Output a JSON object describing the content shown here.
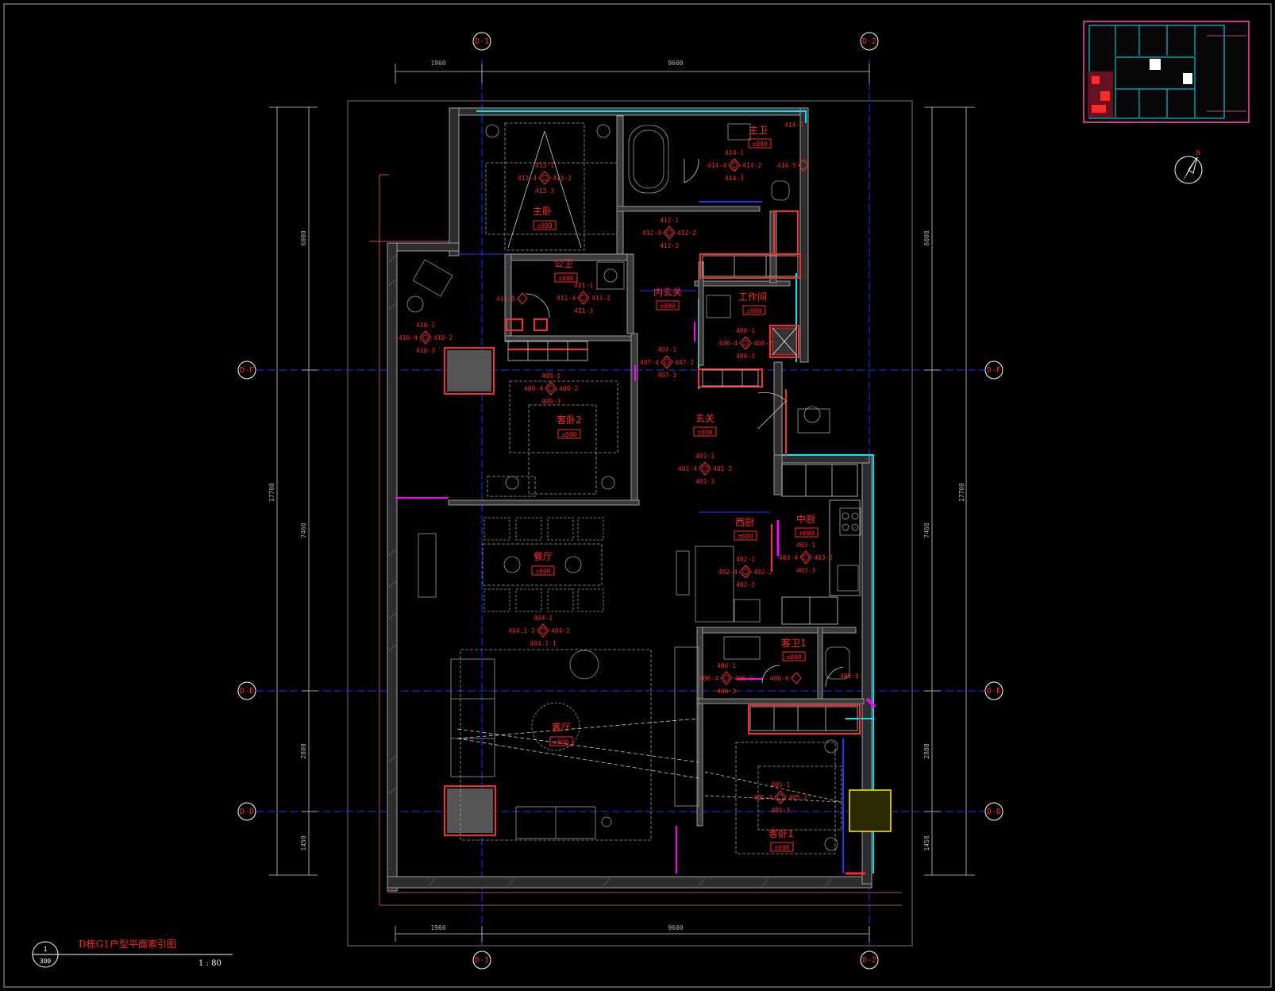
{
  "drawing": {
    "title": "D栋G1户型平面索引图",
    "scale": "1 : 80",
    "sheet_top": "1",
    "sheet_bottom": "300",
    "north": "N"
  },
  "axes": {
    "top_left": "D-1",
    "top_right": "D-2",
    "bottom_left": "D-1",
    "bottom_right": "D-2",
    "left_1": "D-F",
    "left_2": "D-E",
    "left_3": "D-D",
    "right_1": "D-F",
    "right_2": "D-E",
    "right_3": "D-D"
  },
  "dimensions": {
    "top": [
      "1960",
      "9600"
    ],
    "bottom": [
      "1960",
      "9600"
    ],
    "left_total": "17700",
    "left_parts": [
      "6000",
      "7460",
      "2800",
      "1450"
    ],
    "right_total": "17700",
    "right_parts": [
      "6000",
      "7460",
      "2800",
      "1450"
    ]
  },
  "rooms": [
    {
      "key": "master-bedroom",
      "name": "主卧",
      "level": "±000",
      "idx": [
        "413-1",
        "413-4",
        "413-2",
        "413-3"
      ]
    },
    {
      "key": "master-bath",
      "name": "主卫",
      "level": "±000",
      "idx": [
        "414-1",
        "414-4",
        "414-2",
        "414-3"
      ],
      "extra": "414-5",
      "extra2": "414-5"
    },
    {
      "key": "corridor-412",
      "idx": [
        "412-1",
        "412-4",
        "412-2",
        "412-3"
      ]
    },
    {
      "key": "public-bath",
      "name": "公卫",
      "level": "±000",
      "idx": [
        "411-1",
        "411-4",
        "411-2",
        "411-3"
      ],
      "extra": "411-5"
    },
    {
      "key": "inner-foyer",
      "name": "内玄关",
      "level": "±000"
    },
    {
      "key": "workroom",
      "name": "工作间",
      "level": "±000",
      "idx": [
        "408-1",
        "408-4",
        "408-2",
        "408-3"
      ]
    },
    {
      "key": "passage-407",
      "idx": [
        "407-1",
        "407-4",
        "407-2",
        "407-3"
      ]
    },
    {
      "key": "balcony-410",
      "idx": [
        "410-1",
        "410-4",
        "410-2",
        "410-3"
      ]
    },
    {
      "key": "guest-bedroom-2",
      "name": "客卧2",
      "level": "±000",
      "idx": [
        "409-1",
        "409-4",
        "409-2",
        "409-3"
      ]
    },
    {
      "key": "foyer",
      "name": "玄关",
      "level": "±000",
      "idx": [
        "401-1",
        "401-4",
        "401-2",
        "401-3"
      ]
    },
    {
      "key": "western-kitchen",
      "name": "西厨",
      "level": "±000",
      "idx": [
        "402-1",
        "402-4",
        "402-2",
        "402-3"
      ]
    },
    {
      "key": "chinese-kitchen",
      "name": "中厨",
      "level": "±000",
      "idx": [
        "403-1",
        "403-4",
        "403-2",
        "403-3"
      ]
    },
    {
      "key": "dining",
      "name": "餐厅",
      "level": "±000",
      "idx": [
        "404-1",
        "404.1-2",
        "404-2",
        "404.1-1"
      ]
    },
    {
      "key": "guest-bath-1",
      "name": "客卫1",
      "level": "±000",
      "idx": [
        "406-1",
        "406-4",
        "406-2",
        "406-3"
      ],
      "extra": "406-6",
      "extra2": "406-5"
    },
    {
      "key": "living",
      "name": "客厅",
      "level": "±000"
    },
    {
      "key": "guest-bedroom-1",
      "name": "客卧1",
      "level": "±000",
      "idx": [
        "405-1",
        "405-4",
        "405-2",
        "405-3"
      ]
    }
  ],
  "colors": {
    "wall": "#9a9a9a",
    "wall_fill": "#3a3a3a",
    "red": "#ff2a2a",
    "cyan": "#00e5ff",
    "magenta": "#ff00ff",
    "blue": "#2233ff",
    "white": "#ffffff",
    "yellow": "#ffee00",
    "grey": "#8a8a8a"
  },
  "icons": {
    "north": "north-arrow-icon",
    "keyplan": "key-plan-thumbnail"
  }
}
